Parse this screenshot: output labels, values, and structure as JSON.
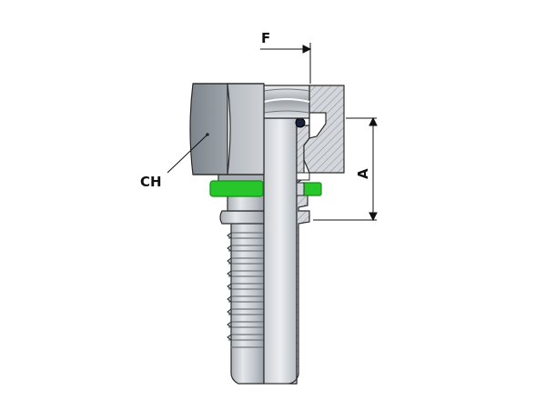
{
  "labels": {
    "f": "F",
    "a": "A",
    "ch": "CH"
  },
  "colors": {
    "body": "#b9bec4",
    "body_light": "#dfe3e7",
    "body_dark": "#8d949b",
    "outline": "#2b2b2b",
    "section": "#d2d6da",
    "hatch": "#7f868d",
    "oring": "#1a1f3a",
    "washer": "#27c72c",
    "washer_dark": "#178a1b"
  }
}
